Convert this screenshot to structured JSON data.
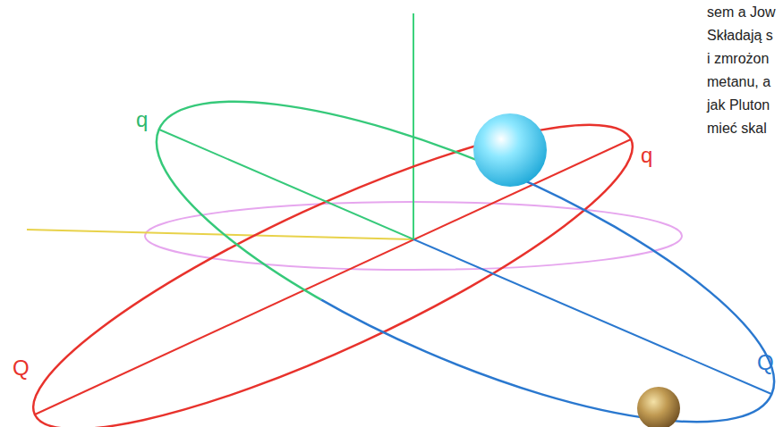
{
  "diagram": {
    "labels": [
      "q",
      "q",
      "Q",
      "Q",
      "sem a Jow",
      "Składają s",
      "i zmrożon",
      "metanu, a",
      "jak Pluton",
      "mieć skal"
    ]
  }
}
